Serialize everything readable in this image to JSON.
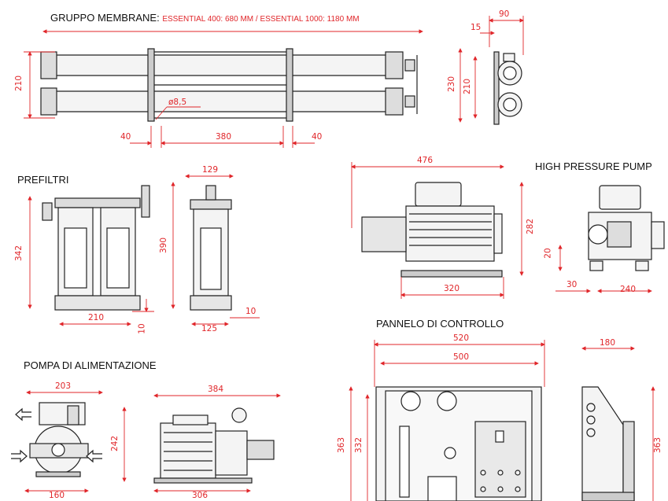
{
  "colors": {
    "dimension": "#e0262a",
    "line": "#222222",
    "fill": "#f2f2f2"
  },
  "titles": {
    "membrane_group": "GRUPPO MEMBRANE:",
    "membrane_note": "ESSENTIAL 400: 680 MM / ESSENTIAL 1000: 1180 MM",
    "prefilters": "PREFILTRI",
    "feed_pump": "POMPA DI ALIMENTAZIONE",
    "hp_pump": "HIGH PRESSURE PUMP",
    "control_panel": "PANNELO DI CONTROLLO"
  },
  "dimensions": {
    "membrane": {
      "height": "210",
      "hole": "ø8,5",
      "left": "40",
      "middle": "380",
      "right": "40"
    },
    "membrane_side": {
      "top": "90",
      "offset": "15",
      "outer": "230",
      "inner": "210"
    },
    "prefilter": {
      "height": "342",
      "width": "210",
      "foot": "10"
    },
    "prefilter_side": {
      "top": "129",
      "height": "390",
      "offset": "10",
      "bottom": "125"
    },
    "hp_pump": {
      "length": "476",
      "height": "282",
      "base": "320"
    },
    "hp_pump_side": {
      "foot": "20",
      "offset": "30",
      "base": "240"
    },
    "feed_pump": {
      "width": "203",
      "height": "242",
      "base": "160"
    },
    "feed_pump_side": {
      "length": "384",
      "base": "306"
    },
    "panel": {
      "outer": "520",
      "inner": "500",
      "height": "363",
      "inner_height": "332"
    },
    "panel_side": {
      "depth": "180",
      "height": "363"
    }
  }
}
